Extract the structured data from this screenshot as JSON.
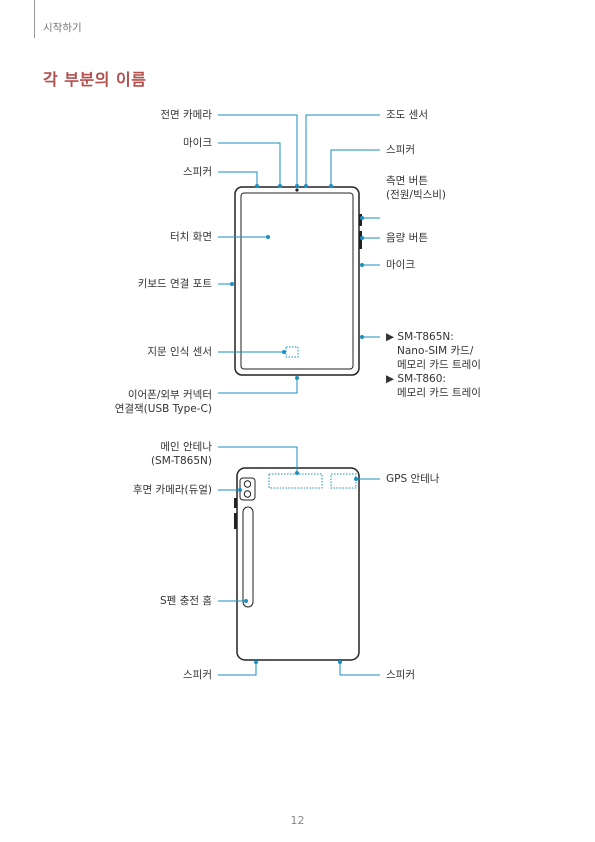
{
  "header": {
    "section": "시작하기",
    "title": "각 부분의 이름"
  },
  "front": {
    "left_labels": {
      "front_camera": "전면 카메라",
      "mic": "마이크",
      "speaker": "스피커",
      "touchscreen": "터치 화면",
      "keyboard_port": "키보드 연결 포트",
      "fingerprint": "지문 인식 센서",
      "usb_line1": "이어폰/외부 커넥터",
      "usb_line2": "연결잭(USB Type-C)"
    },
    "right_labels": {
      "light_sensor": "조도 센서",
      "speaker": "스피커",
      "side_key_line1": "측면 버튼",
      "side_key_line2": "(전원/빅스비)",
      "volume_key": "음량 버튼",
      "mic": "마이크"
    },
    "tray_notes": {
      "t865_model": "▶ SM-T865N:",
      "t865_line2": "Nano-SIM 카드/",
      "t865_line3": "메모리 카드 트레이",
      "t860_model": "▶ SM-T860:",
      "t860_line2": "메모리 카드 트레이"
    }
  },
  "back": {
    "left_labels": {
      "main_antenna_line1": "메인 안테나",
      "main_antenna_line2": "(SM-T865N)",
      "rear_camera": "후면 카메라(듀얼)",
      "spen_slot": "S펜 충전 홈",
      "speaker": "스피커"
    },
    "right_labels": {
      "gps_antenna": "GPS 안테나",
      "speaker": "스피커"
    }
  },
  "footer": {
    "page_number": "12"
  }
}
